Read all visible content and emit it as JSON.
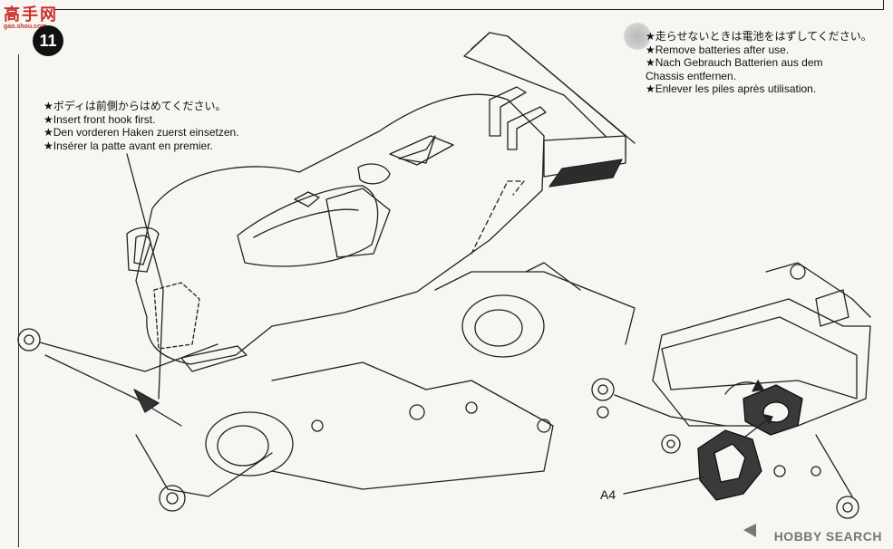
{
  "header": {
    "step_number": "11",
    "watermark_text": "高手网",
    "watermark_sub": "gao.shou.com"
  },
  "notes": {
    "body_hook": [
      "★ボディは前側からはめてください。",
      "★Insert front hook first.",
      "★Den vorderen Haken zuerst einsetzen.",
      "★Insérer la patte avant en premier."
    ],
    "battery": [
      "★走らせないときは電池をはずしてください。",
      "★Remove batteries after use.",
      "★Nach Gebrauch Batterien aus dem",
      "Chassis entfernen.",
      "★Enlever les piles après utilisation."
    ]
  },
  "part_label": "A4",
  "footer": {
    "watermark": "HOBBY SEARCH"
  },
  "icons": [
    "hobby-search-logo-icon",
    "battery-cover-part-icon",
    "rotation-arrow-icon"
  ],
  "colors": {
    "line": "#222222",
    "part": "#3a3a3a",
    "paper": "#f7f6f2"
  }
}
